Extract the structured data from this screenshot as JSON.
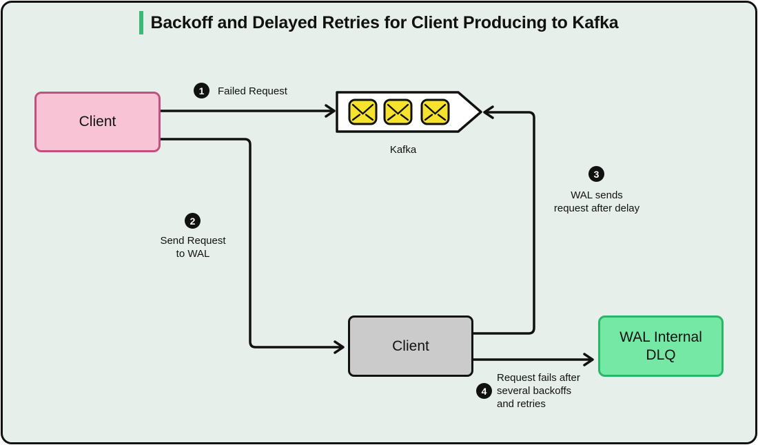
{
  "title": {
    "text": "Backoff and Delayed Retries for Client Producing to Kafka"
  },
  "nodes": {
    "client_source": {
      "label": "Client"
    },
    "kafka": {
      "label": "Kafka"
    },
    "client_wal": {
      "label": "Client"
    },
    "wal_dlq": {
      "label": "WAL Internal DLQ"
    }
  },
  "steps": [
    {
      "number": "1",
      "label": "Failed Request"
    },
    {
      "number": "2",
      "label": "Send Request\nto WAL"
    },
    {
      "number": "3",
      "label": "WAL sends\nrequest after delay"
    },
    {
      "number": "4",
      "label": "Request fails after\nseveral backoffs\nand retries"
    }
  ],
  "icons": {
    "kafka_queue": [
      "envelope-icon",
      "envelope-icon",
      "envelope-icon"
    ]
  },
  "colors": {
    "canvas_bg": "#e6efe9",
    "outline": "#111111",
    "accent_green": "#3cb878",
    "client_source_fill": "#f8c3d5",
    "client_source_border": "#c44f7e",
    "client_wal_fill": "#cbcbcb",
    "dlq_fill": "#76e8a5",
    "dlq_border": "#2ab569",
    "envelope_yellow": "#f7e32e",
    "kafka_pipe_fill": "#ffffff",
    "badge_bg": "#111111",
    "badge_text": "#ffffff"
  }
}
